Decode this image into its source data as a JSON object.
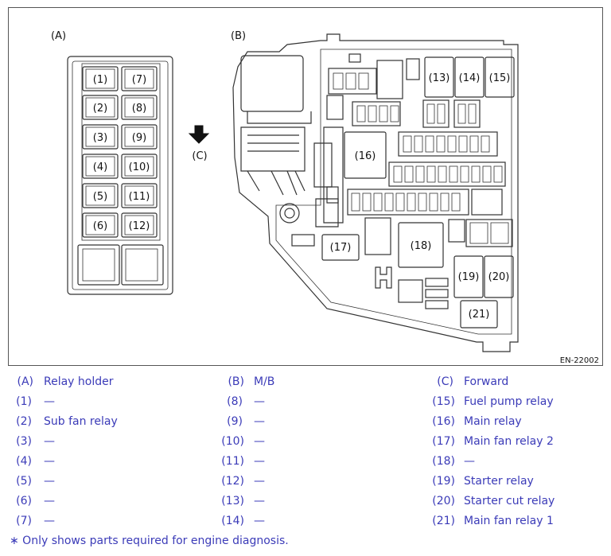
{
  "figure": {
    "label_a": "(A)",
    "label_b": "(B)",
    "label_c": "(C)",
    "code": "EN-22002",
    "holder_labels": [
      "(1)",
      "(2)",
      "(3)",
      "(4)",
      "(5)",
      "(6)",
      "(7)",
      "(8)",
      "(9)",
      "(10)",
      "(11)",
      "(12)"
    ],
    "mb_labels": [
      "(13)",
      "(14)",
      "(15)",
      "(16)",
      "(17)",
      "(18)",
      "(19)",
      "(20)",
      "(21)"
    ]
  },
  "legend": {
    "col1": [
      {
        "num": "(A)",
        "text": "Relay holder"
      },
      {
        "num": "(1)",
        "text": "—"
      },
      {
        "num": "(2)",
        "text": "Sub fan relay"
      },
      {
        "num": "(3)",
        "text": "—"
      },
      {
        "num": "(4)",
        "text": "—"
      },
      {
        "num": "(5)",
        "text": "—"
      },
      {
        "num": "(6)",
        "text": "—"
      },
      {
        "num": "(7)",
        "text": "—"
      }
    ],
    "col2": [
      {
        "num": "(B)",
        "text": "M/B"
      },
      {
        "num": "(8)",
        "text": "—"
      },
      {
        "num": "(9)",
        "text": "—"
      },
      {
        "num": "(10)",
        "text": "—"
      },
      {
        "num": "(11)",
        "text": "—"
      },
      {
        "num": "(12)",
        "text": "—"
      },
      {
        "num": "(13)",
        "text": "—"
      },
      {
        "num": "(14)",
        "text": "—"
      }
    ],
    "col3": [
      {
        "num": "(C)",
        "text": "Forward"
      },
      {
        "num": "(15)",
        "text": "Fuel pump relay"
      },
      {
        "num": "(16)",
        "text": "Main relay"
      },
      {
        "num": "(17)",
        "text": "Main fan relay 2"
      },
      {
        "num": "(18)",
        "text": "—"
      },
      {
        "num": "(19)",
        "text": "Starter relay"
      },
      {
        "num": "(20)",
        "text": "Starter cut relay"
      },
      {
        "num": "(21)",
        "text": "Main fan relay 1"
      }
    ]
  },
  "note": "∗ Only shows parts required for engine diagnosis."
}
